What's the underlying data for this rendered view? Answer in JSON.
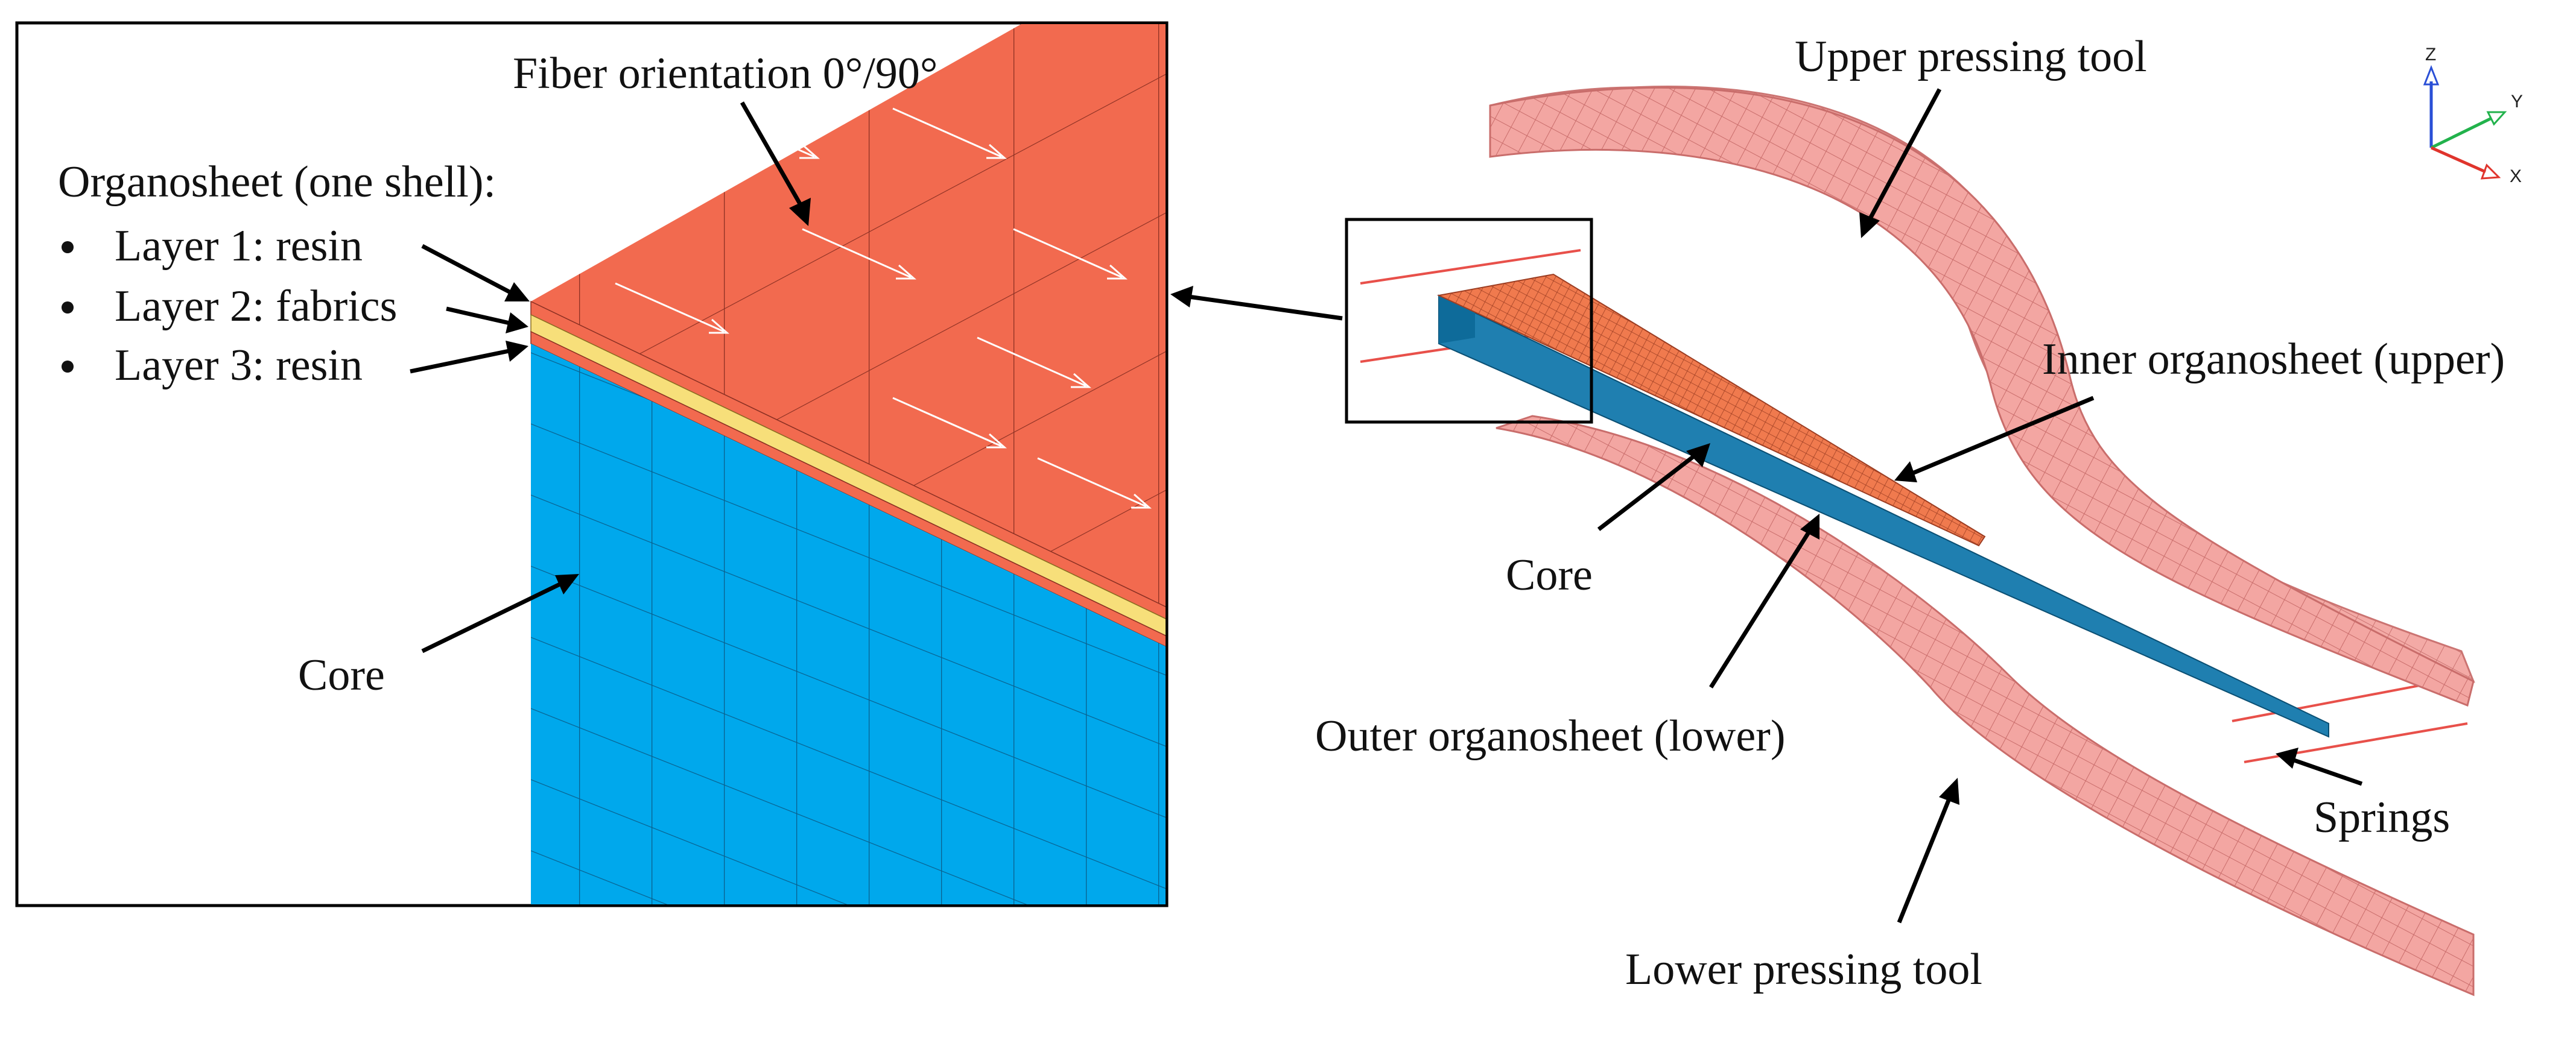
{
  "detail_view": {
    "fiber_label": "Fiber orientation 0°/90°",
    "shell_title": "Organosheet (one shell):",
    "layers": [
      "Layer 1: resin",
      "Layer 2: fabrics",
      "Layer 3: resin"
    ],
    "core_label": "Core"
  },
  "overview": {
    "upper_tool_label": "Upper pressing tool",
    "inner_sheet_label": "Inner organosheet (upper)",
    "core_label": "Core",
    "outer_sheet_label": "Outer organosheet (lower)",
    "springs_label": "Springs",
    "lower_tool_label": "Lower pressing tool"
  },
  "triad": {
    "z": "Z",
    "y": "Y",
    "x": "X"
  },
  "colors": {
    "organosheet": "#f26a4f",
    "fabric_layer": "#f7df7a",
    "core_top": "#00a8ec",
    "core_side": "#1f7fb0",
    "tool": "#f3a6a2",
    "tool_mesh": "#c96d6b",
    "spring": "#e8504a"
  }
}
